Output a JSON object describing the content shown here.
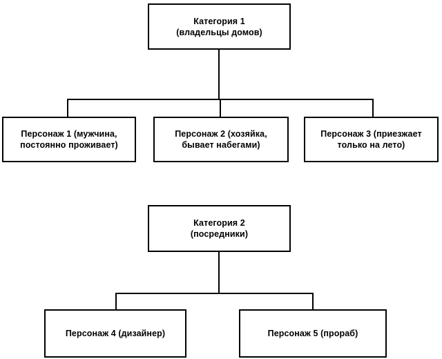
{
  "diagram": {
    "type": "organizational-tree",
    "orientation": "top-down",
    "line_color": "#000000",
    "box_fill": "#ffffff",
    "groups": [
      {
        "id": "group-1",
        "root": {
          "id": "cat1",
          "label": "Категория 1\n(владельцы домов)",
          "title": "Категория 1",
          "subtitle": "(владельцы домов)"
        },
        "children": [
          {
            "id": "p1",
            "label": "Персонаж 1 (мужчина,\nпостоянно проживает)"
          },
          {
            "id": "p2",
            "label": "Персонаж 2 (хозяйка,\nбывает набегами)"
          },
          {
            "id": "p3",
            "label": "Персонаж 3 (приезжает\nтолько на лето)"
          }
        ]
      },
      {
        "id": "group-2",
        "root": {
          "id": "cat2",
          "label": "Категория 2\n(посредники)",
          "title": "Категория 2",
          "subtitle": "(посредники)"
        },
        "children": [
          {
            "id": "p4",
            "label": "Персонаж 4 (дизайнер)"
          },
          {
            "id": "p5",
            "label": "Персонаж 5 (прораб)"
          }
        ]
      }
    ]
  }
}
